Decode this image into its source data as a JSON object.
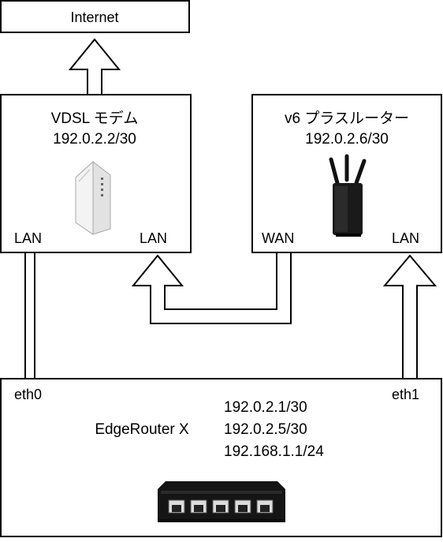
{
  "internet": {
    "label": "Internet"
  },
  "vdsl_modem": {
    "name": "VDSL モデム",
    "ip": "192.0.2.2/30",
    "port_left": "LAN",
    "port_right": "LAN"
  },
  "v6_router": {
    "name": "v6 プラスルーター",
    "ip": "192.0.2.6/30",
    "port_left": "WAN",
    "port_right": "LAN"
  },
  "edgerouter": {
    "name": "EdgeRouter X",
    "port_left": "eth0",
    "port_right": "eth1",
    "ips": [
      "192.0.2.1/30",
      "192.0.2.5/30",
      "192.168.1.1/24"
    ]
  }
}
